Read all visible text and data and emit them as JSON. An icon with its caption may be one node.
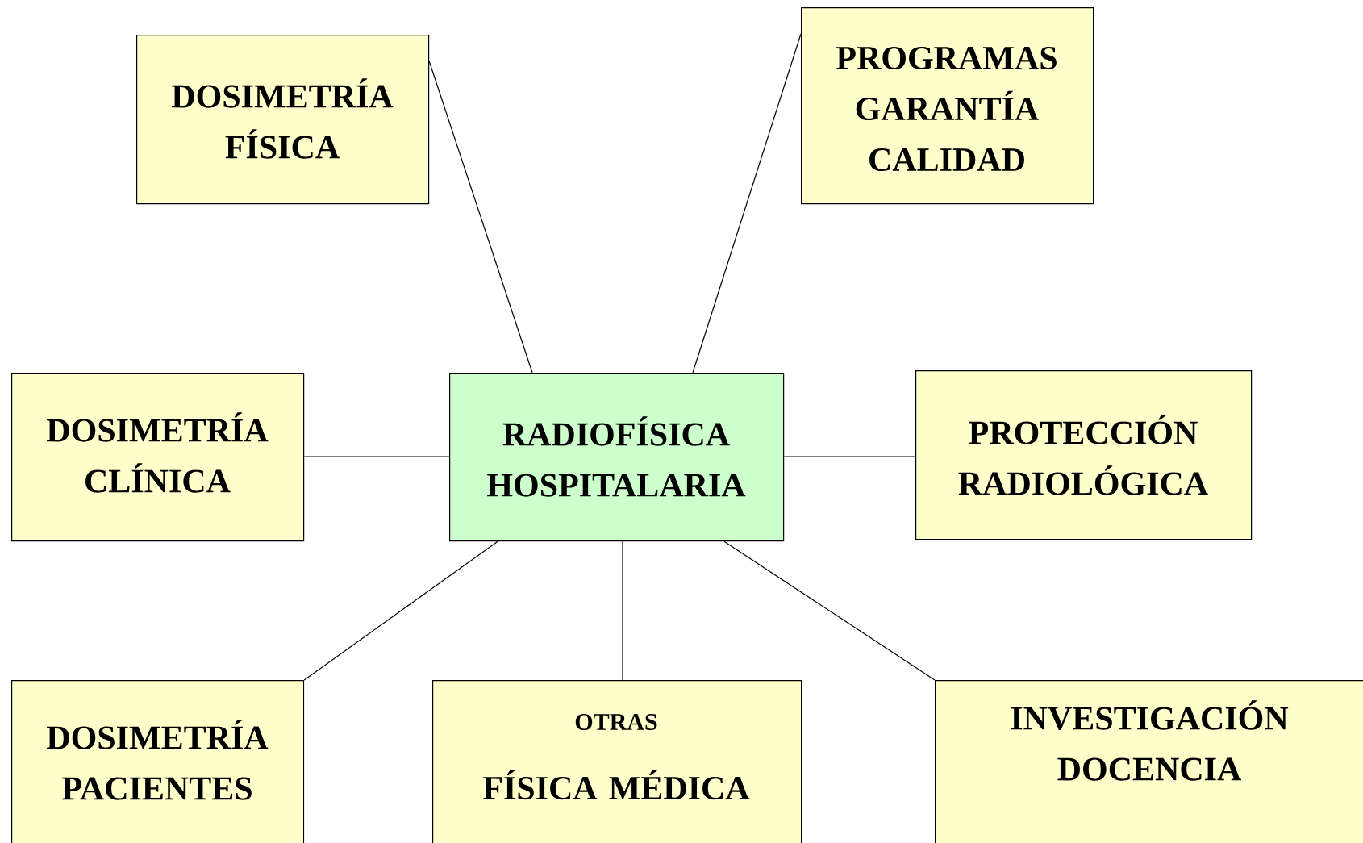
{
  "diagram": {
    "nodes": [
      {
        "text": [
          "DOSIMETRÍA FÍSICA"
        ]
      },
      {
        "text": [
          "PROGRAMAS GARANTÍA CALIDAD"
        ]
      },
      {
        "text": [
          "DOSIMETRÍA CLÍNICA"
        ]
      },
      {
        "text": [
          "RADIOFÍSICA HOSPITALARIA"
        ]
      },
      {
        "text": [
          "PROTECCIÓN RADIOLÓGICA"
        ]
      },
      {
        "text": [
          "DOSIMETRÍA PACIENTES"
        ]
      },
      {
        "text": [
          "OTRAS",
          "FÍSICA MÉDICA"
        ]
      },
      {
        "text": [
          "INVESTIGACIÓN DOCENCIA"
        ]
      }
    ],
    "edges": [
      {
        "from": 3,
        "to": 0,
        "arrow": "none"
      },
      {
        "from": 3,
        "to": 1,
        "arrow": "none"
      },
      {
        "from": 3,
        "to": 2,
        "arrow": "none"
      },
      {
        "from": 3,
        "to": 4,
        "arrow": "none"
      },
      {
        "from": 3,
        "to": 5,
        "arrow": "none"
      },
      {
        "from": 3,
        "to": 6,
        "arrow": "none"
      },
      {
        "from": 3,
        "to": 7,
        "arrow": "none"
      }
    ]
  }
}
